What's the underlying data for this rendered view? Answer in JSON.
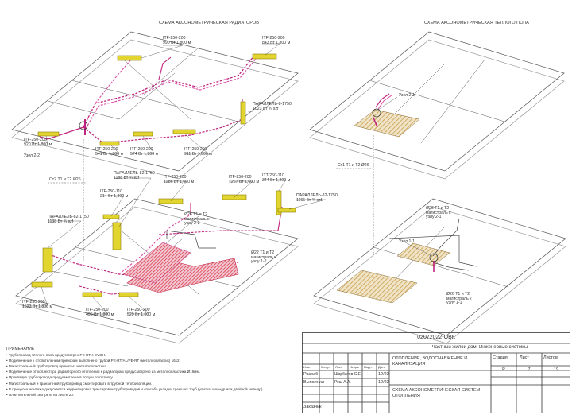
{
  "titles": {
    "radiators": "СХЕМА АКСОНОМЕТРИЧЕСКАЯ РАДИАТОРОВ",
    "floor_heating": "СХЕМА АКСОНОМЕТРИЧЕСКАЯ ТЕПЛОГО ПОЛА"
  },
  "labels": {
    "itf_top_1": [
      "ITF-250-200",
      "990 Вт 1,800 м"
    ],
    "itf_top_2": [
      "ITF-250-200",
      "843 Вт 1,800 м"
    ],
    "parallel_top": [
      "ПАРАЛЛЕЛЬ-8-1750",
      "1023 Вт ¾ szf"
    ],
    "itf_left_top": [
      "ITF-250-200",
      "920 Вт 1,800 м"
    ],
    "itf_541": [
      "ITF-250-200",
      "541 Вт 1,800 м"
    ],
    "itf_574": [
      "ITF-250-200",
      "574 Вт 1,800 м"
    ],
    "itf_911": [
      "ITF-250-200",
      "911 Вт 1,800 м"
    ],
    "node22": "Узел 2-2",
    "riser_left": "Ст2 Т1 и Т2 Ø26",
    "riser_right": "Ст1 Т1 и Т2 Ø26",
    "parallel_1188": [
      "ПАРАЛЛЕЛЬ-82-1750",
      "1188 Вт ¾ szf"
    ],
    "itf_1286": [
      "ITF-250-200",
      "1286 Вт 1,600 м"
    ],
    "itf_1267": [
      "ITF-250-200",
      "1267 Вт 1,600 м"
    ],
    "itt_344": [
      "ITT-250-110",
      "344 Вт 1,800 м"
    ],
    "itf_214": [
      "ITF-250-110",
      "214 Вт 1,800 м"
    ],
    "parallel_1165": [
      "ПАРАЛЛЕЛЬ-82-1750",
      "1165 Вт ¾ szf"
    ],
    "parallel_1138": [
      "ПАРАЛЛЕЛЬ-82-1750",
      "1138 Вт ¾ szf"
    ],
    "main22": [
      "Ø26 Т1 и Т2",
      "магистраль к",
      "узлу 2-2"
    ],
    "main12": [
      "Ø22 Т1 и Т2",
      "магистраль к",
      "узлу 1-2"
    ],
    "itf_1523": [
      "ITF-250-200",
      "1523 Вт 1,800 м"
    ],
    "itf_495": [
      "ITF-250-200",
      "495 Вт 1,800 м"
    ],
    "itf_529": [
      "ITF-250-200",
      "529 Вт 1,000 м"
    ],
    "node21": "Узел 2-1",
    "main21": [
      "Ø26 Т1 и Т2",
      "магистраль к",
      "узлу 2-1"
    ],
    "node11": "Узел 1-1",
    "main11": [
      "Ø26 Т1 и Т2",
      "магистраль к",
      "узлу 1-1"
    ]
  },
  "notes": {
    "title": "ПРИМЕЧАНИЕ",
    "items": [
      "Трубопровод тёплого пола предусмотрен PE-RT с EVOH.",
      "Подключение к отопительным приборам выполнено трубой PE-RT/AL/PE-RT (металлопластик) 16х2.",
      "Магистральный трубопровод принят из металлопластика.",
      "Подключение от коллектора радиаторного отопления к радиаторам предусмотрено из металлопластика Ø16мм.",
      "Прокладка трубопровода предусмотрена в полу и по потолку.",
      "Магистральный и транзитный трубопровод смонтировать в трубной теплоизоляции.",
      "В процессе монтажа допускается корректировка трассировки трубопроводов и способа укладки греющих труб (улитка, меандр или двойной меандр).",
      "План котельной смотреть на листе 20."
    ]
  },
  "stamp": {
    "code": "02072022-ОВК",
    "project": "Частный жилой дом. Инженерные системы",
    "rows": [
      {
        "role": "Разраб",
        "name": "Шарбатов С.Е.",
        "date": "12/22"
      },
      {
        "role": "Выполнил",
        "name": "Реш А.А.",
        "date": "12/22"
      }
    ],
    "col_headers": [
      "Изм.",
      "Кол.уч",
      "Лист",
      "№ док",
      "Подп.",
      "Дата"
    ],
    "section": "ОТОПЛЕНИЕ, ВОДОСНАБЖЕНИЕ И КАНАЛИЗАЦИЯ",
    "sheet_title": "СХЕМА АКСОНОМЕТРИЧЕСКАЯ СИСТЕМ ОТОПЛЕНИЯ",
    "stage_label": "Стадия",
    "sheet_label": "Лист",
    "sheets_label": "Листов",
    "stage": "Р",
    "sheet": "7",
    "sheets": "19",
    "customer": "Заказчик"
  },
  "colors": {
    "pipe_main": "#c0247e",
    "pipe_dash": "#d94fa6",
    "radiator_fill": "#e2d52f",
    "radiator_stroke": "#8a7d10",
    "slab": "#555555",
    "hatch": "#caa04a",
    "hatch_bg": "#efe3c8",
    "red_pipe": "#d83030"
  }
}
